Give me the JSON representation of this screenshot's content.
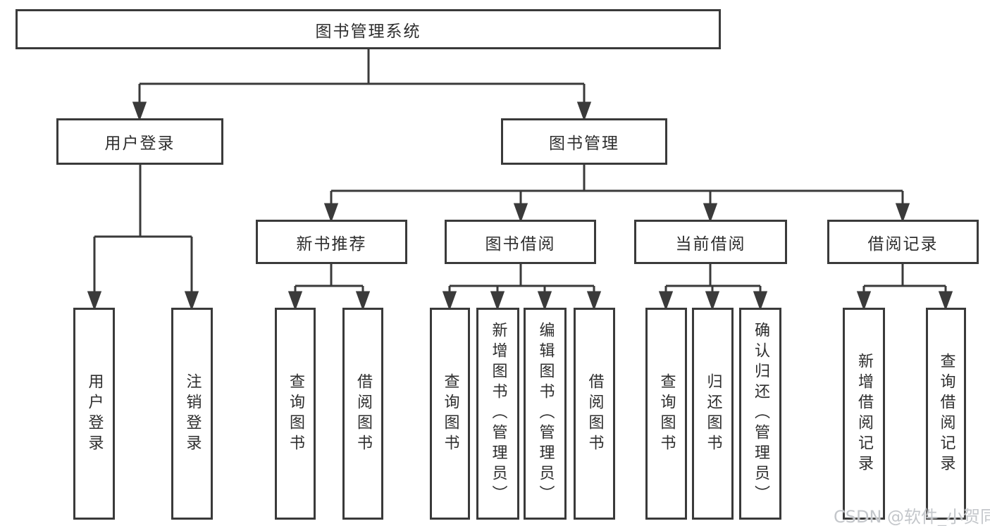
{
  "watermark": "CSDN @软件_小贺同学",
  "tree": {
    "label": "图书管理系统",
    "children": [
      {
        "label": "用户登录",
        "children": [
          {
            "label": "用户登录"
          },
          {
            "label": "注销登录"
          }
        ]
      },
      {
        "label": "图书管理",
        "children": [
          {
            "label": "新书推荐",
            "children": [
              {
                "label": "查询图书"
              },
              {
                "label": "借阅图书"
              }
            ]
          },
          {
            "label": "图书借阅",
            "children": [
              {
                "label": "查询图书"
              },
              {
                "label": "新增图书（管理员）"
              },
              {
                "label": "编辑图书（管理员）"
              },
              {
                "label": "借阅图书"
              }
            ]
          },
          {
            "label": "当前借阅",
            "children": [
              {
                "label": "查询图书"
              },
              {
                "label": "归还图书"
              },
              {
                "label": "确认归还（管理员）"
              }
            ]
          },
          {
            "label": "借阅记录",
            "children": [
              {
                "label": "新增借阅记录"
              },
              {
                "label": "查询借阅记录"
              }
            ]
          }
        ]
      }
    ]
  },
  "colors": {
    "line": "#3a3a3a",
    "text": "#2e2e2e",
    "watermark": "#c4c7cb",
    "background": "#ffffff"
  }
}
